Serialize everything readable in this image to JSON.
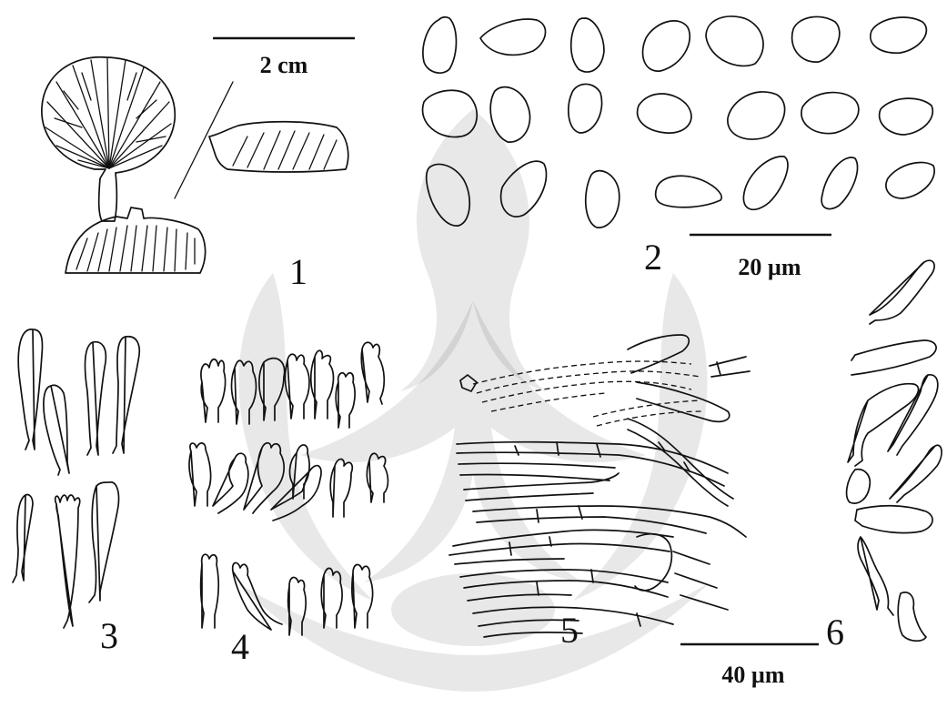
{
  "figure_numbers": [
    "1",
    "2",
    "3",
    "4",
    "5",
    "6"
  ],
  "scale_bars": {
    "fig1": "2 cm",
    "fig2": "20 µm",
    "fig3_6": "40 µm"
  }
}
